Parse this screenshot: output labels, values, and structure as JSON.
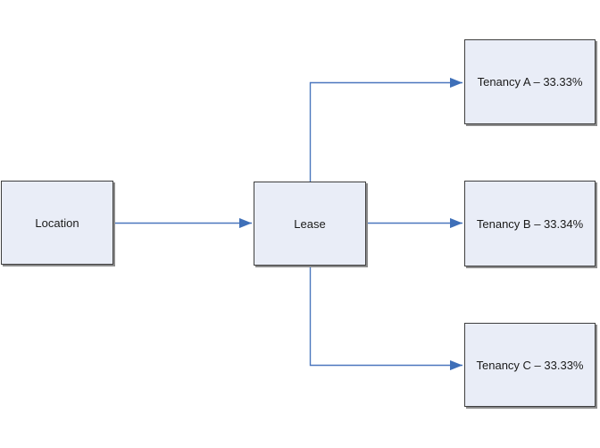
{
  "diagram": {
    "nodes": {
      "location": {
        "label": "Location"
      },
      "lease": {
        "label": "Lease"
      },
      "tenancy_a": {
        "label": "Tenancy A – 33.33%"
      },
      "tenancy_b": {
        "label": "Tenancy B – 33.34%"
      },
      "tenancy_c": {
        "label": "Tenancy C – 33.33%"
      }
    },
    "edges": [
      {
        "from": "Location",
        "to": "Lease"
      },
      {
        "from": "Lease",
        "to": "Tenancy A – 33.33%"
      },
      {
        "from": "Lease",
        "to": "Tenancy B – 33.34%"
      },
      {
        "from": "Lease",
        "to": "Tenancy C – 33.33%"
      }
    ],
    "colors": {
      "node_fill": "#E9EDF7",
      "node_border": "#3F3F3F",
      "node_shadow": "#8C8C8C",
      "connector_line": "#4B77BE",
      "arrowhead": "#3E6FB8",
      "text": "#1A1A1A",
      "background": "#FFFFFF"
    }
  }
}
